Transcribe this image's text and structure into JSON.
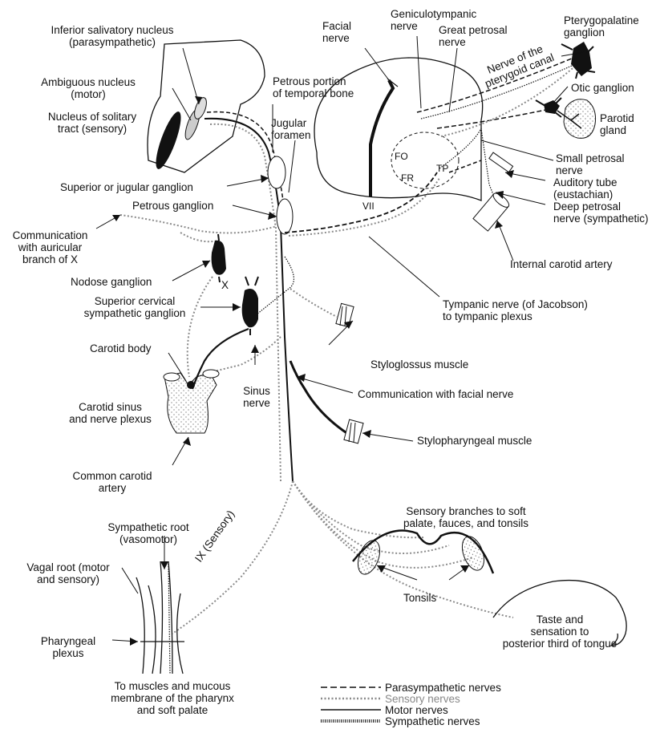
{
  "labels": {
    "inferior_salivatory": "Inferior salivatory nucleus\n(parasympathetic)",
    "ambiguous": "Ambiguous nucleus\n(motor)",
    "solitary": "Nucleus of solitary\ntract (sensory)",
    "petrous_portion": "Petrous portion\nof temporal bone",
    "jugular_foramen": "Jugular\nforamen",
    "facial_nerve": "Facial\nnerve",
    "geniculotympanic": "Geniculotympanic\nnerve",
    "great_petrosal": "Great petrosal\nnerve",
    "pterygopalatine": "Pterygopalatine\nganglion",
    "pterygoid_canal": "Nerve of the\npterygoid canal",
    "otic": "Otic ganglion",
    "parotid": "Parotid\ngland",
    "small_petrosal": "Small petrosal\nnerve",
    "auditory_tube": "Auditory tube\n(eustachian)",
    "deep_petrosal": "Deep petrosal\nnerve (sympathetic)",
    "internal_carotid": "Internal carotid artery",
    "superior_jugular": "Superior or jugular ganglion",
    "petrous_ganglion": "Petrous ganglion",
    "communication_auricular": "Communication\nwith auricular\nbranch of X",
    "nodose": "Nodose ganglion",
    "x_label": "X",
    "superior_cervical": "Superior cervical\nsympathetic ganglion",
    "tympanic_nerve": "Tympanic nerve (of Jacobson)\nto tympanic plexus",
    "carotid_body": "Carotid body",
    "styloglossus": "Styloglossus muscle",
    "carotid_sinus": "Carotid sinus\nand nerve plexus",
    "sinus_nerve": "Sinus\nnerve",
    "communication_facial": "Communication with facial nerve",
    "stylopharyngeal": "Stylopharyngeal muscle",
    "common_carotid": "Common carotid\nartery",
    "sensory_branches": "Sensory branches to soft\npalate, fauces, and tonsils",
    "sympathetic_root": "Sympathetic root\n(vasomotor)",
    "vagal_root": "Vagal root (motor\nand sensory)",
    "ix_sensory": "IX (Sensory)",
    "tonsils": "Tonsils",
    "taste": "Taste and\nsensation to\nposterior third of tongue",
    "pharyngeal_plexus": "Pharyngeal\nplexus",
    "to_muscles": "To muscles and mucous\nmembrane of the pharynx\nand soft palate",
    "fo": "FO",
    "fr": "FR",
    "tp": "TP",
    "vii": "VII"
  },
  "legend": [
    {
      "style": "dashed",
      "label": "Parasympathetic nerves",
      "color": "#111111"
    },
    {
      "style": "dotted",
      "label": "Sensory nerves",
      "color": "#888888"
    },
    {
      "style": "solid",
      "label": "Motor nerves",
      "color": "#111111"
    },
    {
      "style": "hatched",
      "label": "Sympathetic nerves",
      "color": "#111111"
    }
  ],
  "colors": {
    "ink": "#111111",
    "sensory": "#8a8a8a"
  }
}
